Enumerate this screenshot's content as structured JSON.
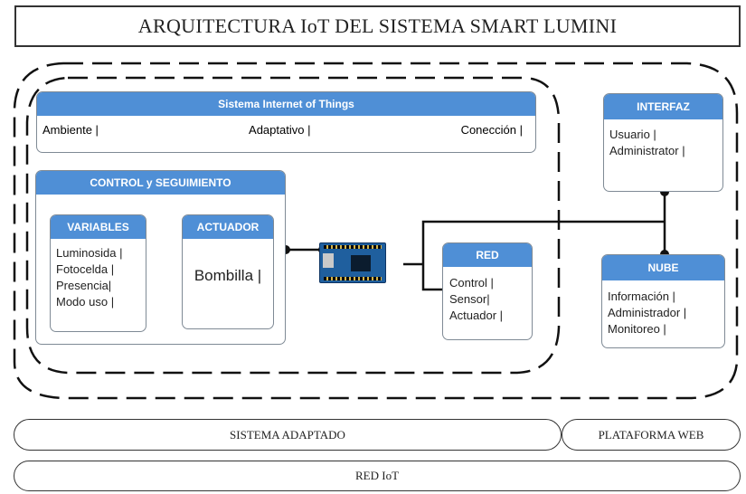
{
  "title": "ARQUITECTURA IoT DEL SISTEMA SMART LUMINI",
  "iot_system": {
    "header": "Sistema Internet of Things",
    "items": [
      "Ambiente |",
      "Adaptativo |",
      "Conección |"
    ]
  },
  "control": {
    "header": "CONTROL y SEGUIMIENTO",
    "variables": {
      "header": "VARIABLES",
      "items": [
        "Luminosida |",
        "Fotocelda |",
        "Presencia|",
        "Modo uso |"
      ]
    },
    "actuador": {
      "header": "ACTUADOR",
      "body": "Bombilla |"
    }
  },
  "red": {
    "header": "RED",
    "items": [
      "Control |",
      "Sensor|",
      "Actuador |"
    ]
  },
  "interfaz": {
    "header": "INTERFAZ",
    "items": [
      "Usuario |",
      "Administrator |"
    ]
  },
  "nube": {
    "header": "NUBE",
    "items": [
      "Información |",
      "Administrador |",
      "Monitoreo |"
    ]
  },
  "layers": {
    "sistema_adaptado": "SISTEMA ADAPTADO",
    "plataforma_web": "PLATAFORMA WEB",
    "red_iot": "RED IoT"
  },
  "icons": {
    "microcontroller": "arduino-board-icon"
  },
  "colors": {
    "header_blue": "#4f8fd6",
    "border": "#7f8a95",
    "line": "#111111"
  }
}
